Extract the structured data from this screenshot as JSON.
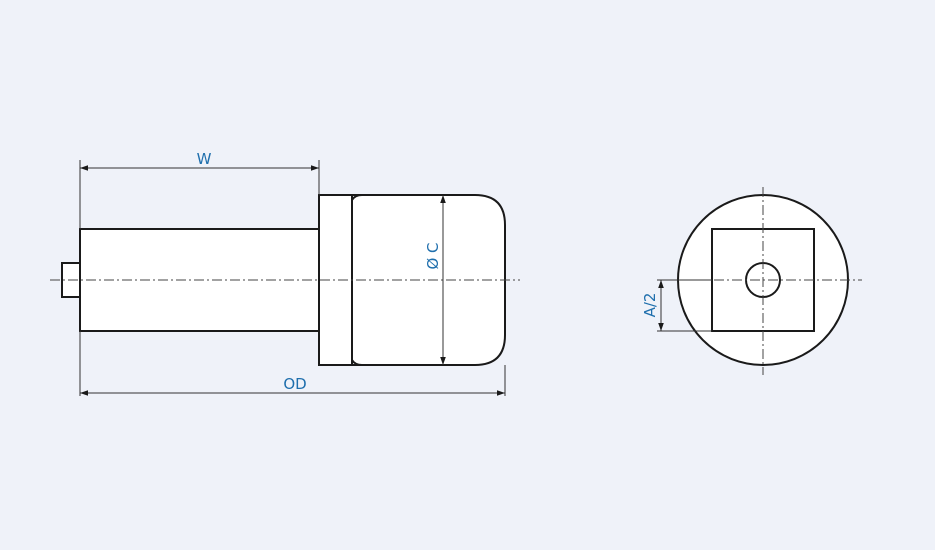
{
  "drawing": {
    "background": "#eff2f9",
    "label_color": "#1f6fad",
    "side_view": {
      "dimensions": {
        "width_label": "W",
        "overall_label": "OD",
        "diameter_label": "Ø C"
      }
    },
    "end_view": {
      "dimensions": {
        "half_a_label": "A/2"
      }
    }
  }
}
